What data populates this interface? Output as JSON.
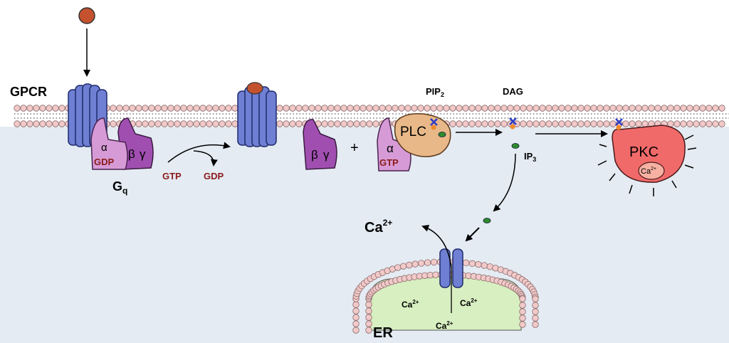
{
  "labels": {
    "gpcr": "GPCR",
    "gq_main": "G",
    "gq_sub": "q",
    "alpha": "α",
    "beta": "β",
    "gamma": "γ",
    "gdp": "GDP",
    "gtp": "GTP",
    "plus": "+",
    "plc": "PLC",
    "pip_main": "PIP",
    "pip_sub": "2",
    "dag": "DAG",
    "ip_main": "IP",
    "ip_sub": "3",
    "pkc": "PKC",
    "ca_main": "Ca",
    "ca_sup": "2+",
    "er": "ER"
  },
  "colors": {
    "cytoplasm": "#e4ebf3",
    "lipid_head": "#f2c9c9",
    "receptor": "#6f7fd3",
    "ligand": "#c4522f",
    "g_alpha": "#d69bd6",
    "g_beta_gamma": "#a04fb0",
    "nucleotide_text": "#8b1a1a",
    "plc": "#e8b889",
    "pkc": "#f16a6a",
    "er_lumen": "#d8efc1",
    "messenger": "#2e8b2e"
  }
}
